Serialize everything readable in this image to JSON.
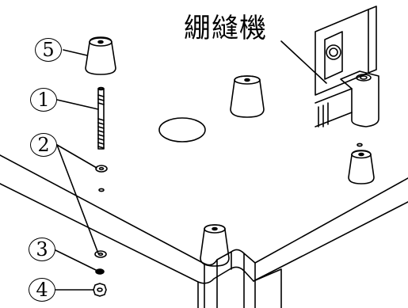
{
  "machine_label": "綳縫機",
  "callouts": [
    {
      "id": "callout-5",
      "label": "5"
    },
    {
      "id": "callout-1",
      "label": "1"
    },
    {
      "id": "callout-2",
      "label": "2"
    },
    {
      "id": "callout-3",
      "label": "3"
    },
    {
      "id": "callout-4",
      "label": "4"
    }
  ],
  "colors": {
    "line": "#000000",
    "background": "#ffffff",
    "shade": "#cccccc"
  }
}
